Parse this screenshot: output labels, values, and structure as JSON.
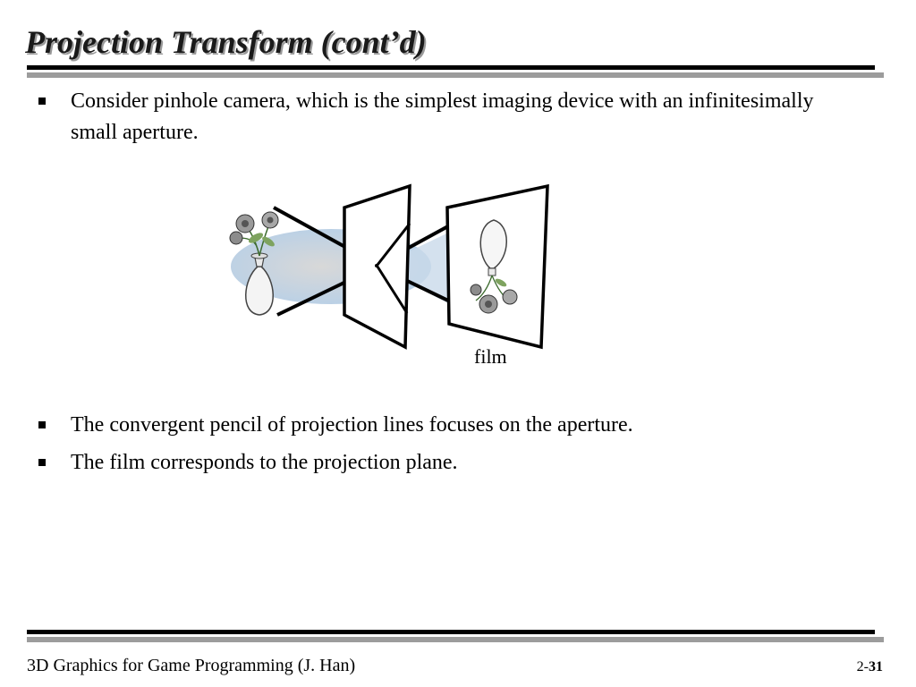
{
  "slide": {
    "title": "Projection Transform (cont’d)"
  },
  "bullets": [
    {
      "text": "Consider pinhole camera, which is the simplest imaging device with an infinitesimally small aperture."
    },
    {
      "text": "The convergent pencil of projection lines focuses on the aperture."
    },
    {
      "text": "The film corresponds to the projection plane."
    }
  ],
  "figure": {
    "film_label": "film"
  },
  "footer": {
    "course": "3D Graphics for Game Programming (J. Han)",
    "chapter": "2-",
    "page": "31"
  }
}
